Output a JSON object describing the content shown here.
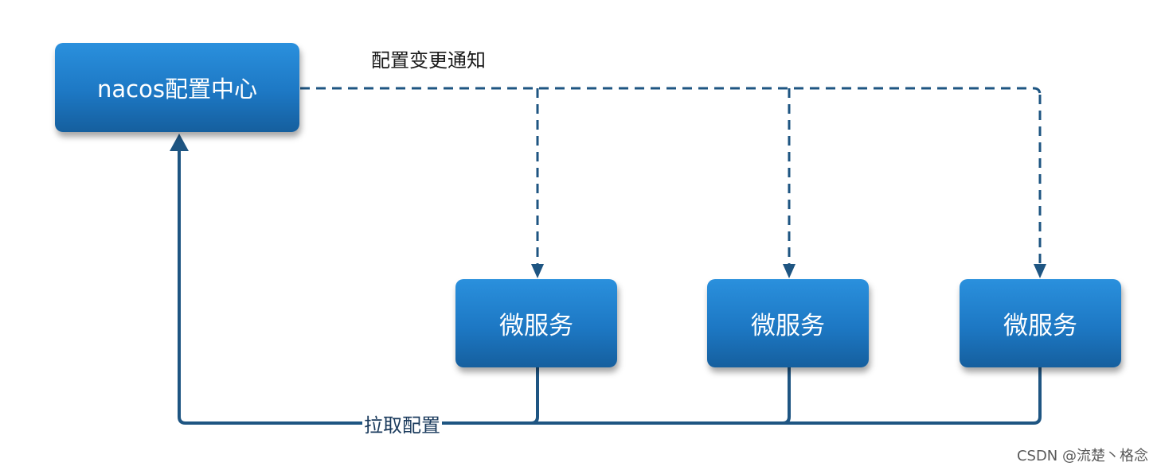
{
  "nodes": {
    "config_center": "nacos配置中心",
    "services": [
      "微服务",
      "微服务",
      "微服务"
    ]
  },
  "edges": {
    "notify_label": "配置变更通知",
    "pull_label": "拉取配置"
  },
  "watermark": "CSDN @流楚丶格念",
  "colors": {
    "node_fill_top": "#2a90dd",
    "node_fill_bottom": "#155f9e",
    "connector": "#1e5582",
    "background": "#ffffff"
  }
}
